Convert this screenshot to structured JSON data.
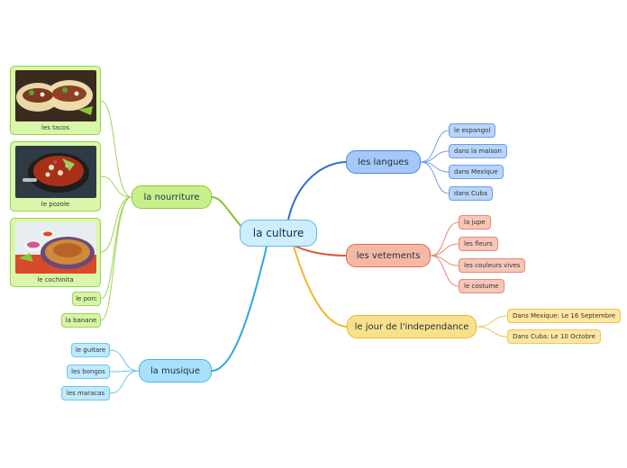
{
  "center": "la culture",
  "branches": {
    "langues": {
      "title": "les langues",
      "items": [
        "le espangol",
        "dans la maison",
        "dans Mexique",
        "dans Cuba"
      ]
    },
    "vetements": {
      "title": "les vetements",
      "items": [
        "la jupe",
        "les fleurs",
        "les couleurs vives",
        "le costume"
      ]
    },
    "independance": {
      "title": "le jour de l'independance",
      "items": [
        "Dans Mexique: Le 16 Septembre",
        "Dans Cuba: Le 10 Octobre"
      ]
    },
    "nourriture": {
      "title": "la nourriture",
      "images": [
        "les tacos",
        "le pozole",
        "le cochinita"
      ],
      "items": [
        "le porc",
        "la banane"
      ]
    },
    "musique": {
      "title": "la musique",
      "items": [
        "le guitare",
        "les bongos",
        "les maracas"
      ]
    }
  },
  "colors": {
    "langues": "#2a6fd0",
    "vetements": "#e0573a",
    "independance": "#f0b82a",
    "nourriture": "#8cc12e",
    "musique": "#2aa9e0"
  }
}
